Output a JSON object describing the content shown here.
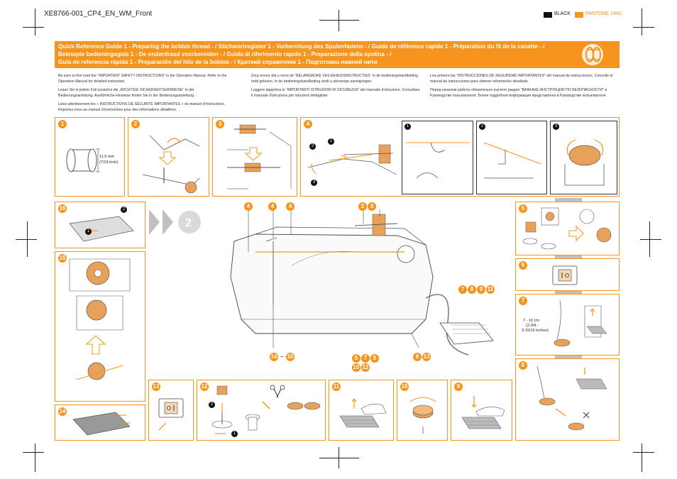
{
  "header": {
    "doc_id": "XE8766-001_CP4_EN_WM_Front",
    "swatch_black_label": "BLACK",
    "swatch_orange_label": "PANTONE 144C"
  },
  "banner": {
    "line1": "Quick Reference Guide 1 - Preparing the bobbin thread - / Stichwortregister 1 - Vorbereitung des Spulenfadens - / Guide de référence rapide 1 - Préparation du fil de la canette - /",
    "line2": "Beknopte bedieningsgids 1 - De onderdraad voorbereiden - / Guida di riferimento rapido 1 - Preparazione della spolina - /",
    "line3": "Guía de referencia rápida 1 - Preparación del hilo de la bobina - / Краткий справочник 1 - Подготовка нижней нити"
  },
  "intro": {
    "col1": [
      "Be sure to first read the “IMPORTANT SAFETY INSTRUCTIONS” in the Operation Manual. Refer to the Operation Manual for detailed instruction.",
      "Lesen Sie in jedem Fall zunächst die „WICHTIGE SICHERHEITSHINWEISE“ in der Bedienungsanleitung. Ausführliche Hinweise finden Sie in der Bedienungsanleitung.",
      "Lisez attentivement les « INSTRUCTIONS DE SÉCURITÉ IMPORTANTES » du manuel d’instructions. Reportez-vous au manuel d’instructions pour des informations détaillées."
    ],
    "col2": [
      "Zorg ervoor dat u eerst de “BELANGRIJKE VEILIGHEIDSINSTRUCTIES” in de bedieningshandleiding hebt gelezen. In de bedieningshandleiding vindt u uitvoerige aanwijzingen.",
      "Leggere dapprima le “IMPORTANTI ISTRUZIONI DI SICUREZZA” del manuale d’istruzione. Consultare il manuale d’istruzione per istruzioni dettagliate."
    ],
    "col3": [
      "Lea primero las “INSTRUCCIONES DE SEGURIDAD IMPORTANTES” del manual de instrucciones. Consulte el manual de instrucciones para obtener información detallada.",
      "Перед началом работы обязательно изучите раздел “ВАЖНЫЕ ИНСТРУКЦИИ ПО БЕЗОПАСНОСТИ” в Руководстве пользователя. Более подробная информация представлена в Руководстве пользователя."
    ]
  },
  "steps": {
    "s1": "1",
    "s2": "2",
    "s3": "3",
    "s4": "4",
    "s5": "5",
    "s6": "6",
    "s7": "7",
    "s8": "8",
    "s9": "9",
    "s10": "10",
    "s11": "11",
    "s12": "12",
    "s13": "13",
    "s14": "14",
    "s15": "15",
    "s16": "16"
  },
  "notes": {
    "bobbin_size_mm": "11.5 mm",
    "bobbin_size_in": "(7/16 inch)",
    "thread_len_cm": "7 - 10 cm",
    "thread_len_in1": "(2-3/4 -",
    "thread_len_in2": "3-15/16 inches)"
  },
  "sub_markers": {
    "a": "1",
    "b": "2",
    "c": "3"
  },
  "center_callouts": {
    "c4a": "4",
    "c4b": "4",
    "c4c": "4",
    "c2": "2",
    "c3": "3",
    "c7": "7",
    "c8": "8",
    "c9": "9",
    "c11": "11",
    "c5": "5",
    "c7b": "7",
    "c8b": "8",
    "c10": "10",
    "c12": "12",
    "c6": "6",
    "c13": "13",
    "c14": "14",
    "c16": "16",
    "dash": "–"
  },
  "colors": {
    "accent": "#f7941d",
    "ink": "#222222",
    "guide": "#bfbfbf"
  }
}
